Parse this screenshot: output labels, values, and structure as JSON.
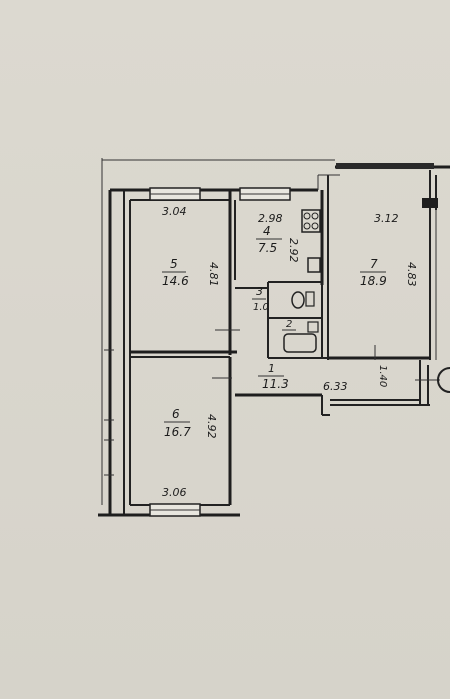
{
  "rooms": [
    {
      "id": "r1",
      "number": "1",
      "area": "11.3"
    },
    {
      "id": "r2",
      "number": "2",
      "area": ""
    },
    {
      "id": "r3",
      "number": "3",
      "area": "1.0"
    },
    {
      "id": "r4",
      "number": "4",
      "area": "7.5"
    },
    {
      "id": "r5",
      "number": "5",
      "area": "14.6"
    },
    {
      "id": "r6",
      "number": "6",
      "area": "16.7"
    },
    {
      "id": "r7",
      "number": "7",
      "area": "18.9"
    }
  ],
  "dimensions": {
    "room5_width": "3.04",
    "room5_length": "4.81",
    "room4_width": "2.98",
    "room4_length": "2.92",
    "room7_width": "3.12",
    "room7_length": "4.83",
    "room6_width": "3.06",
    "room6_length": "4.92",
    "corridor_length": "6.33",
    "corridor_width": "1.40"
  },
  "colors": {
    "paper": "#d9d6cd",
    "ink": "#1e1e1e"
  }
}
